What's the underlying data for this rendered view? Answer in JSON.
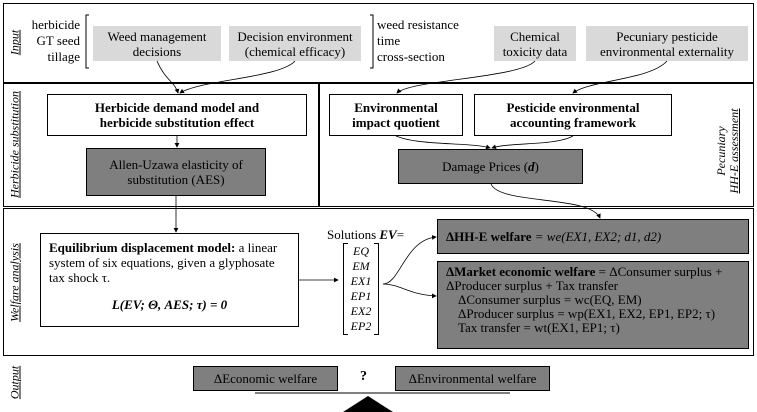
{
  "sections": {
    "input": "Input",
    "herbicide_substitution": "Herbicide substitution",
    "pecuniary_line1": "Pecuniary",
    "pecuniary_line2": "HH-E assessment",
    "welfare_analysis": "Welfare analysis",
    "output": "Output"
  },
  "input": {
    "left_list": [
      "herbicide",
      "GT seed",
      "tillage"
    ],
    "weed_management": "Weed management decisions",
    "decision_environment": "Decision environment (chemical efficacy)",
    "right_list": [
      "weed resistance",
      "time",
      "cross-section"
    ],
    "chemical_toxicity": "Chemical toxicity data",
    "pecuniary_externality": "Pecuniary pesticide environmental externality"
  },
  "substitution": {
    "demand_model": "Herbicide demand model and herbicide substitution effect",
    "aes": "Allen-Uzawa elasticity of substitution (AES)"
  },
  "hhe": {
    "eiq": "Environmental impact quotient",
    "accounting": "Pesticide environmental accounting framework",
    "damage_prices": "Damage Prices (",
    "damage_symbol": "d",
    "damage_close": ")"
  },
  "welfare": {
    "edm_title": "Equilibrium displacement model:",
    "edm_text1": " a linear",
    "edm_text2": "system of six equations, given a glyphosate",
    "edm_text3": "tax shock τ.",
    "edm_equation": "L(EV; Θ, AES; τ) = 0",
    "solutions_label": "Solutions ",
    "solutions_symbol": "EV",
    "solutions_eq": "=",
    "vector": [
      "EQ",
      "EM",
      "EX1",
      "EP1",
      "EX2",
      "EP2"
    ],
    "hhe_welfare_label": "ΔHH-E welfare",
    "hhe_welfare_formula": "= we(EX1, EX2; d1, d2)",
    "market_label": "ΔMarket economic welfare",
    "market_line1_rest": "= ΔConsumer surplus +",
    "market_line2": "ΔProducer surplus + Tax transfer",
    "consumer": "ΔConsumer surplus = wc(EQ, EM)",
    "producer": "ΔProducer surplus = wp(EX1, EX2, EP1, EP2; τ)",
    "tax": "Tax transfer = wt(EX1, EP1; τ)"
  },
  "output": {
    "economic": "ΔEconomic welfare",
    "question": "?",
    "environmental": "ΔEnvironmental welfare"
  }
}
